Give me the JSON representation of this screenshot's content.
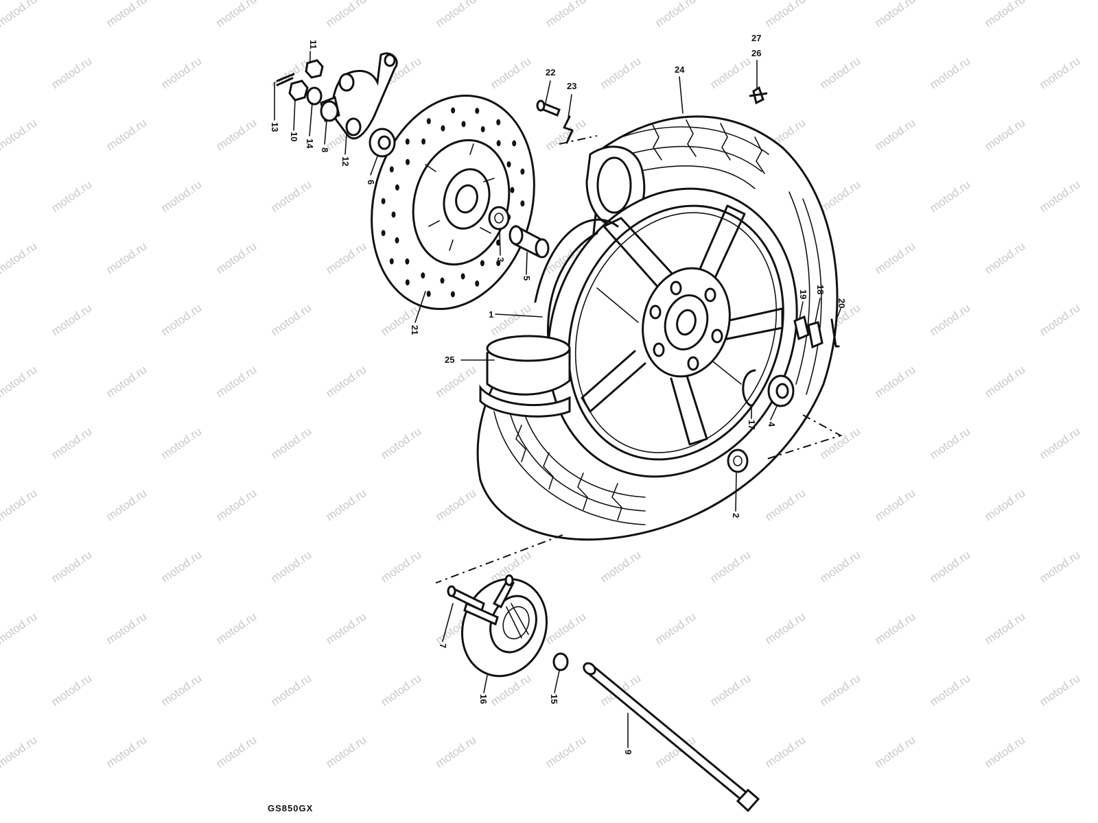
{
  "watermark": "motod.ru",
  "model_label": "GS850GX",
  "callouts": [
    "1",
    "2",
    "3",
    "4",
    "5",
    "6",
    "7",
    "8",
    "9",
    "10",
    "11",
    "12",
    "13",
    "14",
    "15",
    "16",
    "17",
    "18",
    "19",
    "20",
    "21",
    "22",
    "23",
    "24",
    "25",
    "26",
    "27"
  ],
  "colors": {
    "ink": "#111111",
    "paper": "#ffffff",
    "watermark": "#c9c9c9"
  }
}
